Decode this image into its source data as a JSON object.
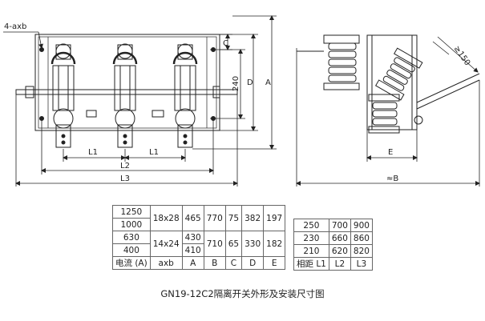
{
  "front_view": {
    "holes_label": "4-axb",
    "dim_labels": {
      "c": "C",
      "v240": "240",
      "d": "D",
      "a": "A",
      "l1_left": "L1",
      "l1_right": "L1",
      "l2": "L2",
      "l3": "L3"
    }
  },
  "side_view": {
    "dim_labels": {
      "angle": "≥150",
      "e": "E",
      "b": "≈B"
    }
  },
  "table_left": {
    "rows": [
      {
        "current": "1250",
        "axb": "18x28",
        "A": "465",
        "B": "770",
        "C": "75",
        "D": "382",
        "E": "197"
      },
      {
        "current": "1000"
      },
      {
        "current": "630",
        "axb": "14x24",
        "A": "430",
        "B": "710",
        "C": "65",
        "D": "330",
        "E": "182"
      },
      {
        "current": "400",
        "A": "410"
      }
    ],
    "header": {
      "current": "电流 (A)",
      "axb": "axb",
      "A": "A",
      "B": "B",
      "C": "C",
      "D": "D",
      "E": "E"
    }
  },
  "table_right": {
    "rows": [
      {
        "L1": "250",
        "L2": "700",
        "L3": "900"
      },
      {
        "L1": "230",
        "L2": "660",
        "L3": "860"
      },
      {
        "L1": "210",
        "L2": "620",
        "L3": "820"
      }
    ],
    "header": {
      "L1": "相距 L1",
      "L2": "L2",
      "L3": "L3"
    }
  },
  "caption": "GN19-12C2隔离开关外形及安装尺寸图"
}
